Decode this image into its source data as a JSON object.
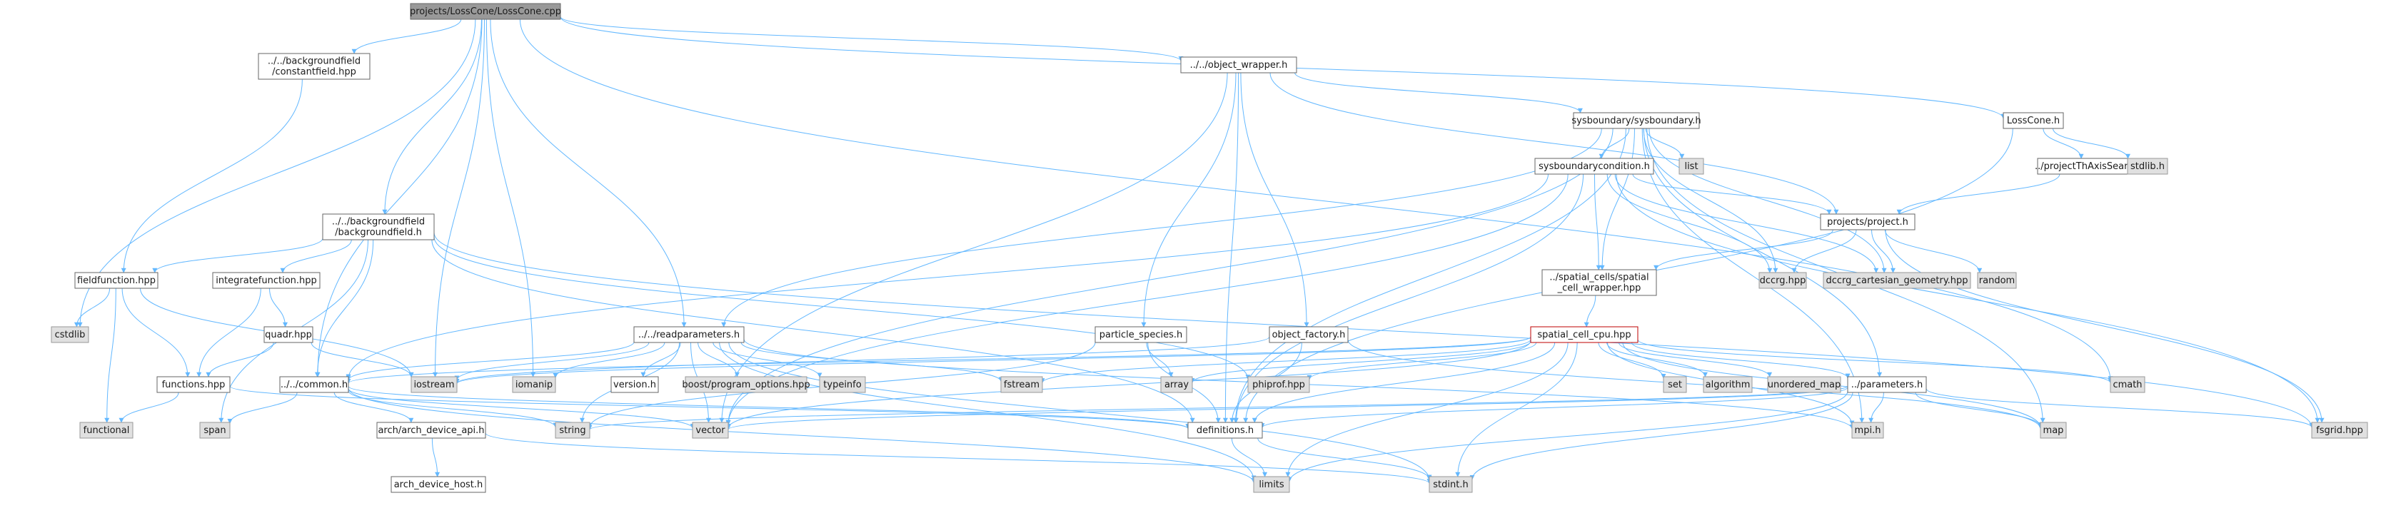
{
  "nodes": [
    {
      "id": "root",
      "lines": [
        "projects/LossCone/LossCone.cpp"
      ],
      "style": "root"
    },
    {
      "id": "constantfield",
      "lines": [
        "../../backgroundfield",
        "/constantfield.hpp"
      ],
      "style": "white"
    },
    {
      "id": "object_wrapper",
      "lines": [
        "../../object_wrapper.h"
      ],
      "style": "white"
    },
    {
      "id": "losscone_h",
      "lines": [
        "LossCone.h"
      ],
      "style": "white"
    },
    {
      "id": "sysboundary",
      "lines": [
        "sysboundary/sysboundary.h"
      ],
      "style": "white"
    },
    {
      "id": "list",
      "lines": [
        "list"
      ],
      "style": "gray"
    },
    {
      "id": "projectThAxis",
      "lines": [
        "../projectThAxisSearch.h"
      ],
      "style": "white"
    },
    {
      "id": "stdlib",
      "lines": [
        "stdlib.h"
      ],
      "style": "gray"
    },
    {
      "id": "sysboundarycondition",
      "lines": [
        "sysboundarycondition.h"
      ],
      "style": "white"
    },
    {
      "id": "project_h",
      "lines": [
        "projects/project.h"
      ],
      "style": "white"
    },
    {
      "id": "backgroundfield",
      "lines": [
        "../../backgroundfield",
        "/backgroundfield.h"
      ],
      "style": "white"
    },
    {
      "id": "fieldfunction",
      "lines": [
        "fieldfunction.hpp"
      ],
      "style": "white"
    },
    {
      "id": "integratefunction",
      "lines": [
        "integratefunction.hpp"
      ],
      "style": "white"
    },
    {
      "id": "cstdlib",
      "lines": [
        "cstdlib"
      ],
      "style": "gray"
    },
    {
      "id": "spatial_wrapper",
      "lines": [
        "../spatial_cells/spatial",
        "_cell_wrapper.hpp"
      ],
      "style": "white"
    },
    {
      "id": "dccrg",
      "lines": [
        "dccrg.hpp"
      ],
      "style": "gray"
    },
    {
      "id": "dccrg_cart",
      "lines": [
        "dccrg_cartesian_geometry.hpp"
      ],
      "style": "gray"
    },
    {
      "id": "random",
      "lines": [
        "random"
      ],
      "style": "gray"
    },
    {
      "id": "quadr",
      "lines": [
        "quadr.hpp"
      ],
      "style": "white"
    },
    {
      "id": "readparameters",
      "lines": [
        "../../readparameters.h"
      ],
      "style": "white"
    },
    {
      "id": "particle_species",
      "lines": [
        "particle_species.h"
      ],
      "style": "white"
    },
    {
      "id": "object_factory",
      "lines": [
        "object_factory.h"
      ],
      "style": "white"
    },
    {
      "id": "spatial_cell_cpu",
      "lines": [
        "spatial_cell_cpu.hpp"
      ],
      "style": "red"
    },
    {
      "id": "functions",
      "lines": [
        "functions.hpp"
      ],
      "style": "white"
    },
    {
      "id": "common",
      "lines": [
        "../../common.h"
      ],
      "style": "white"
    },
    {
      "id": "iostream",
      "lines": [
        "iostream"
      ],
      "style": "gray"
    },
    {
      "id": "iomanip",
      "lines": [
        "iomanip"
      ],
      "style": "gray"
    },
    {
      "id": "version",
      "lines": [
        "version.h"
      ],
      "style": "white"
    },
    {
      "id": "boost_po",
      "lines": [
        "boost/program_options.hpp"
      ],
      "style": "gray"
    },
    {
      "id": "typeinfo",
      "lines": [
        "typeinfo"
      ],
      "style": "gray"
    },
    {
      "id": "fstream",
      "lines": [
        "fstream"
      ],
      "style": "gray"
    },
    {
      "id": "array",
      "lines": [
        "array"
      ],
      "style": "gray"
    },
    {
      "id": "phiprof",
      "lines": [
        "phiprof.hpp"
      ],
      "style": "gray"
    },
    {
      "id": "set",
      "lines": [
        "set"
      ],
      "style": "gray"
    },
    {
      "id": "algorithm",
      "lines": [
        "algorithm"
      ],
      "style": "gray"
    },
    {
      "id": "unordered_map",
      "lines": [
        "unordered_map"
      ],
      "style": "gray"
    },
    {
      "id": "parameters",
      "lines": [
        "../parameters.h"
      ],
      "style": "white"
    },
    {
      "id": "cmath",
      "lines": [
        "cmath"
      ],
      "style": "gray"
    },
    {
      "id": "functional",
      "lines": [
        "functional"
      ],
      "style": "gray"
    },
    {
      "id": "span",
      "lines": [
        "span"
      ],
      "style": "gray"
    },
    {
      "id": "arch_device_api",
      "lines": [
        "arch/arch_device_api.h"
      ],
      "style": "white"
    },
    {
      "id": "string",
      "lines": [
        "string"
      ],
      "style": "gray"
    },
    {
      "id": "vector",
      "lines": [
        "vector"
      ],
      "style": "gray"
    },
    {
      "id": "definitions",
      "lines": [
        "definitions.h"
      ],
      "style": "white"
    },
    {
      "id": "mpi",
      "lines": [
        "mpi.h"
      ],
      "style": "gray"
    },
    {
      "id": "map",
      "lines": [
        "map"
      ],
      "style": "gray"
    },
    {
      "id": "fsgrid",
      "lines": [
        "fsgrid.hpp"
      ],
      "style": "gray"
    },
    {
      "id": "arch_device_host",
      "lines": [
        "arch_device_host.h"
      ],
      "style": "white"
    },
    {
      "id": "limits",
      "lines": [
        "limits"
      ],
      "style": "gray"
    },
    {
      "id": "stdint",
      "lines": [
        "stdint.h"
      ],
      "style": "gray"
    }
  ],
  "edges": [
    [
      "root",
      "constantfield"
    ],
    [
      "root",
      "object_wrapper"
    ],
    [
      "root",
      "losscone_h"
    ],
    [
      "root",
      "backgroundfield"
    ],
    [
      "root",
      "readparameters"
    ],
    [
      "root",
      "cstdlib"
    ],
    [
      "root",
      "iostream"
    ],
    [
      "root",
      "iomanip"
    ],
    [
      "root",
      "cmath"
    ],
    [
      "root",
      "common"
    ],
    [
      "constantfield",
      "fieldfunction"
    ],
    [
      "object_wrapper",
      "sysboundary"
    ],
    [
      "object_wrapper",
      "project_h"
    ],
    [
      "object_wrapper",
      "particle_species"
    ],
    [
      "object_wrapper",
      "object_factory"
    ],
    [
      "object_wrapper",
      "definitions"
    ],
    [
      "object_wrapper",
      "vector"
    ],
    [
      "losscone_h",
      "projectThAxis"
    ],
    [
      "losscone_h",
      "stdlib"
    ],
    [
      "losscone_h",
      "definitions"
    ],
    [
      "projectThAxis",
      "project_h"
    ],
    [
      "sysboundary",
      "list"
    ],
    [
      "sysboundary",
      "sysboundarycondition"
    ],
    [
      "sysboundary",
      "spatial_wrapper"
    ],
    [
      "sysboundary",
      "dccrg"
    ],
    [
      "sysboundary",
      "dccrg_cart"
    ],
    [
      "sysboundary",
      "readparameters"
    ],
    [
      "sysboundary",
      "definitions"
    ],
    [
      "sysboundary",
      "parameters"
    ],
    [
      "sysboundary",
      "map"
    ],
    [
      "sysboundary",
      "vector"
    ],
    [
      "sysboundary",
      "mpi"
    ],
    [
      "sysboundarycondition",
      "project_h"
    ],
    [
      "sysboundarycondition",
      "spatial_wrapper"
    ],
    [
      "sysboundarycondition",
      "dccrg"
    ],
    [
      "sysboundarycondition",
      "dccrg_cart"
    ],
    [
      "sysboundarycondition",
      "fsgrid"
    ],
    [
      "sysboundarycondition",
      "definitions"
    ],
    [
      "sysboundarycondition",
      "common"
    ],
    [
      "sysboundarycondition",
      "vector"
    ],
    [
      "project_h",
      "spatial_wrapper"
    ],
    [
      "project_h",
      "dccrg"
    ],
    [
      "project_h",
      "dccrg_cart"
    ],
    [
      "project_h",
      "random"
    ],
    [
      "project_h",
      "fsgrid"
    ],
    [
      "backgroundfield",
      "fieldfunction"
    ],
    [
      "backgroundfield",
      "integratefunction"
    ],
    [
      "backgroundfield",
      "common"
    ],
    [
      "backgroundfield",
      "span"
    ],
    [
      "backgroundfield",
      "phiprof"
    ],
    [
      "backgroundfield",
      "fsgrid"
    ],
    [
      "backgroundfield",
      "definitions"
    ],
    [
      "fieldfunction",
      "cstdlib"
    ],
    [
      "fieldfunction",
      "functions"
    ],
    [
      "fieldfunction",
      "functional"
    ],
    [
      "fieldfunction",
      "iostream"
    ],
    [
      "integratefunction",
      "quadr"
    ],
    [
      "integratefunction",
      "functions"
    ],
    [
      "quadr",
      "functions"
    ],
    [
      "quadr",
      "iostream"
    ],
    [
      "functions",
      "functional"
    ],
    [
      "functions",
      "definitions"
    ],
    [
      "spatial_wrapper",
      "spatial_cell_cpu"
    ],
    [
      "spatial_cell_cpu",
      "common"
    ],
    [
      "spatial_cell_cpu",
      "iostream"
    ],
    [
      "spatial_cell_cpu",
      "fstream"
    ],
    [
      "spatial_cell_cpu",
      "array"
    ],
    [
      "spatial_cell_cpu",
      "phiprof"
    ],
    [
      "spatial_cell_cpu",
      "set"
    ],
    [
      "spatial_cell_cpu",
      "algorithm"
    ],
    [
      "spatial_cell_cpu",
      "unordered_map"
    ],
    [
      "spatial_cell_cpu",
      "parameters"
    ],
    [
      "spatial_cell_cpu",
      "cmath"
    ],
    [
      "spatial_cell_cpu",
      "map"
    ],
    [
      "spatial_cell_cpu",
      "vector"
    ],
    [
      "spatial_cell_cpu",
      "definitions"
    ],
    [
      "spatial_cell_cpu",
      "mpi"
    ],
    [
      "spatial_cell_cpu",
      "limits"
    ],
    [
      "spatial_cell_cpu",
      "stdint"
    ],
    [
      "readparameters",
      "common"
    ],
    [
      "readparameters",
      "iostream"
    ],
    [
      "readparameters",
      "iomanip"
    ],
    [
      "readparameters",
      "version"
    ],
    [
      "readparameters",
      "boost_po"
    ],
    [
      "readparameters",
      "typeinfo"
    ],
    [
      "readparameters",
      "fstream"
    ],
    [
      "readparameters",
      "string"
    ],
    [
      "readparameters",
      "vector"
    ],
    [
      "readparameters",
      "mpi"
    ],
    [
      "readparameters",
      "limits"
    ],
    [
      "readparameters",
      "stdint"
    ],
    [
      "particle_species",
      "array"
    ],
    [
      "particle_species",
      "string"
    ],
    [
      "particle_species",
      "definitions"
    ],
    [
      "object_factory",
      "map"
    ],
    [
      "object_factory",
      "definitions"
    ],
    [
      "object_factory",
      "iostream"
    ],
    [
      "parameters",
      "vector"
    ],
    [
      "parameters",
      "string"
    ],
    [
      "parameters",
      "definitions"
    ],
    [
      "parameters",
      "mpi"
    ],
    [
      "parameters",
      "map"
    ],
    [
      "parameters",
      "fsgrid"
    ],
    [
      "parameters",
      "limits"
    ],
    [
      "parameters",
      "stdint"
    ],
    [
      "common",
      "span"
    ],
    [
      "common",
      "arch_device_api"
    ],
    [
      "common",
      "string"
    ],
    [
      "common",
      "vector"
    ],
    [
      "common",
      "definitions"
    ],
    [
      "common",
      "limits"
    ],
    [
      "arch_device_api",
      "arch_device_host"
    ],
    [
      "arch_device_api",
      "stdint"
    ],
    [
      "definitions",
      "limits"
    ],
    [
      "definitions",
      "stdint"
    ]
  ]
}
